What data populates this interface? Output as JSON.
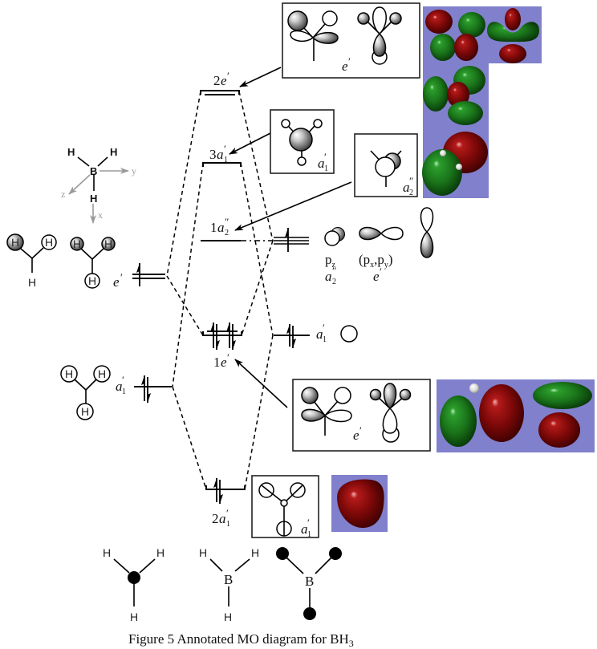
{
  "figure": {
    "caption_text": "Figure 5 Annotated MO diagram for BH",
    "caption_subscript": "3"
  },
  "colors": {
    "isosurface_background": "#8080cc",
    "positive_lobe": "#8b0a0a",
    "negative_lobe": "#1d7a1d",
    "axis_arrows": "#9a9a9a"
  },
  "axes_inset": {
    "central_atom": "B",
    "ligands": [
      "H",
      "H",
      "H"
    ],
    "axes": {
      "x": "x",
      "y": "y",
      "z": "z"
    }
  },
  "h3_fragment": {
    "e_prime": {
      "symmetry": "e",
      "prime": "′",
      "electrons": 1,
      "sketch_atom_labels": [
        "H",
        "H",
        "H",
        "H",
        "H",
        "H"
      ]
    },
    "a1_prime": {
      "symmetry": "a",
      "prime": "′",
      "sub": "1",
      "electrons": 2,
      "sketch_atom_labels": [
        "H",
        "H",
        "H"
      ]
    }
  },
  "b_fragment": {
    "p_set": {
      "electrons": 1,
      "pz": {
        "label": "p",
        "label_sub": "z",
        "symmetry": "a",
        "prime": "″",
        "sub": "2"
      },
      "pxpy": {
        "open": "(p",
        "sub1": "x",
        "mid": ",p",
        "sub2": "y",
        "close": ")",
        "symmetry": "e",
        "prime": "′"
      }
    },
    "s": {
      "electrons": 2,
      "symmetry": "a",
      "prime": "′",
      "sub": "1"
    }
  },
  "mo_levels": [
    {
      "number": "2",
      "symmetry": "e",
      "prime": "′",
      "sub": "",
      "electrons": 0
    },
    {
      "number": "3",
      "symmetry": "a",
      "prime": "′",
      "sub": "1",
      "electrons": 0
    },
    {
      "number": "1",
      "symmetry": "a",
      "prime": "″",
      "sub": "2",
      "electrons": 0
    },
    {
      "number": "1",
      "symmetry": "e",
      "prime": "′",
      "sub": "",
      "electrons": 4
    },
    {
      "number": "2",
      "symmetry": "a",
      "prime": "′",
      "sub": "1",
      "electrons": 2
    }
  ],
  "lcao_boxes": {
    "upper_e": {
      "symmetry": "e",
      "prime": "′"
    },
    "upper_a1": {
      "symmetry": "a",
      "prime": "′",
      "sub": "1"
    },
    "a2": {
      "symmetry": "a",
      "prime": "″",
      "sub": "2"
    },
    "lower_e": {
      "symmetry": "e",
      "prime": "′"
    },
    "lower_a1": {
      "symmetry": "a",
      "prime": "′",
      "sub": "1"
    }
  },
  "bottom_structures": [
    {
      "atom_labels": [
        "H",
        "H",
        "H"
      ]
    },
    {
      "central_atom": "B",
      "atom_labels": [
        "H",
        "H",
        "H"
      ]
    },
    {
      "central_atom": "B"
    }
  ]
}
